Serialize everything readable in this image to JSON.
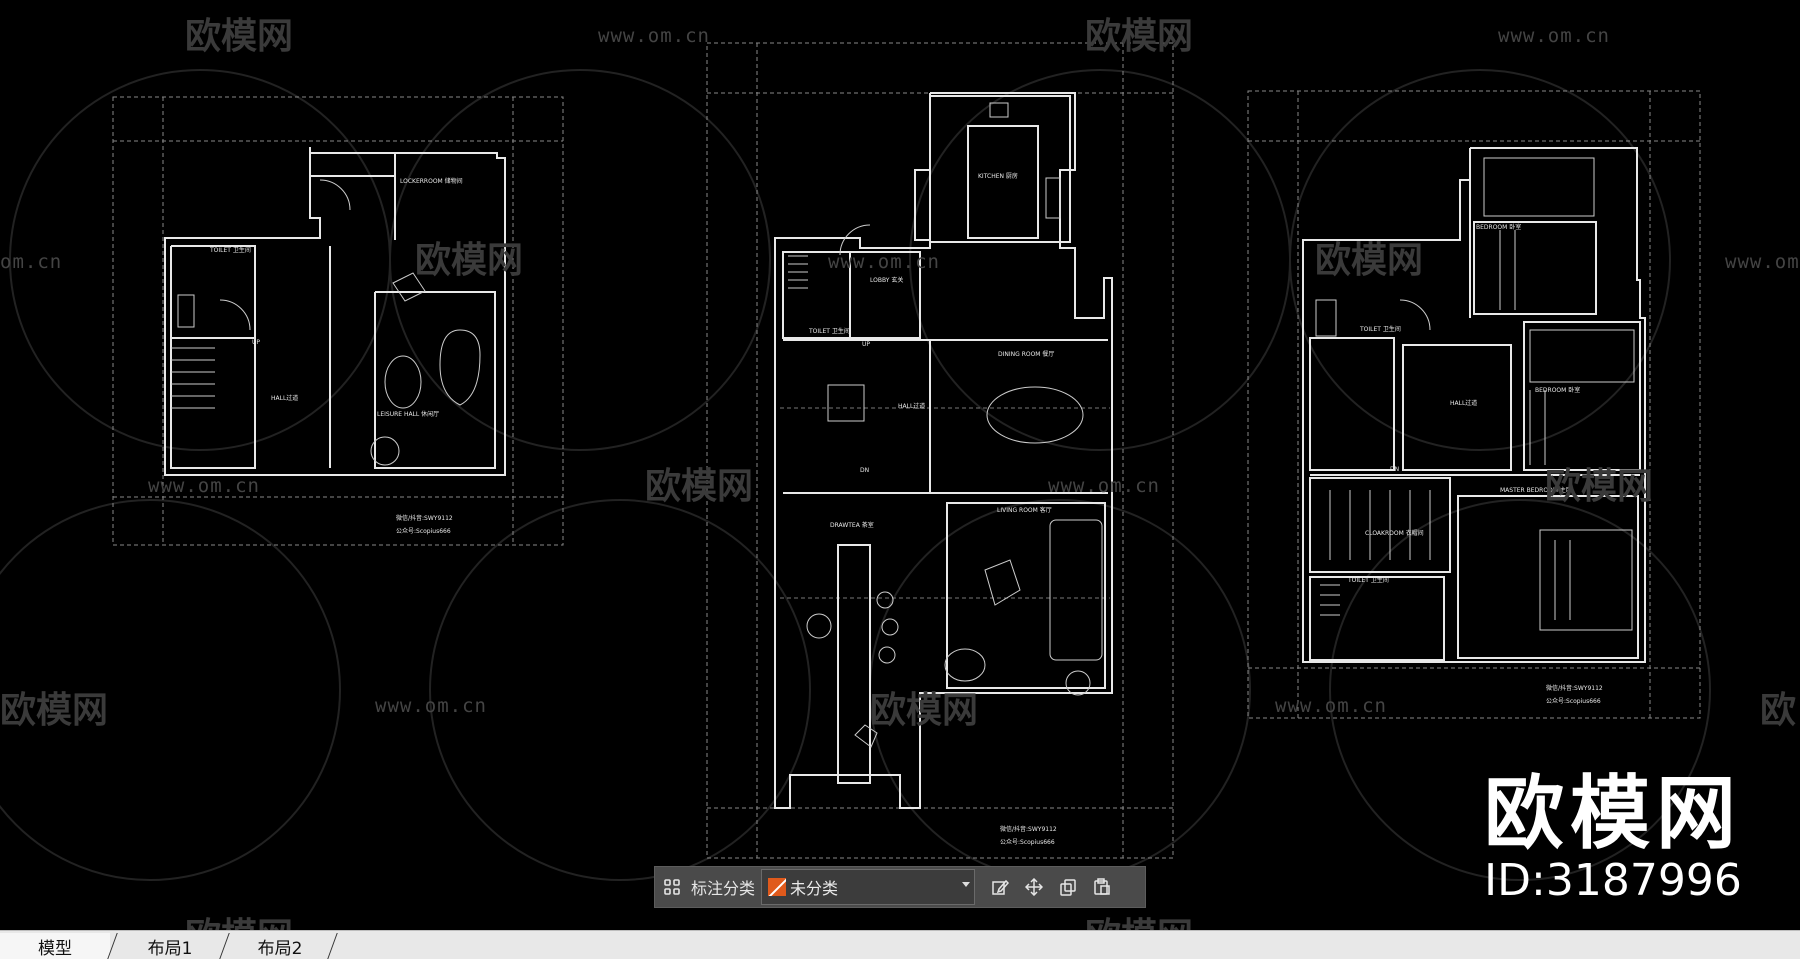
{
  "watermarks": {
    "brand_text": "欧模网",
    "url_text": "www.om.cn",
    "url_partial": "om.cn",
    "brand_partial_left": "欧模网",
    "brand_partial_right": "欧"
  },
  "brand": {
    "name": "欧模网",
    "id": "ID:3187996"
  },
  "plans": {
    "left": {
      "rooms": [
        "LOCKERROOM 储物间",
        "TOILET 卫生间",
        "HALL过道",
        "LEISURE HALL 休闲厅",
        "UP"
      ],
      "credit_line1": "微信/抖音:SWY9112",
      "credit_line2": "公众号:Scopius666"
    },
    "middle": {
      "rooms": [
        "KITCHEN 厨房",
        "LOBBY 玄关",
        "TOILET 卫生间",
        "DINING ROOM 餐厅",
        "HALL过道",
        "DRAWTEA 茶室",
        "LIVING ROOM 客厅",
        "UP",
        "DN"
      ],
      "credit_line1": "微信/抖音:SWY9112",
      "credit_line2": "公众号:Scopius666"
    },
    "right": {
      "rooms": [
        "BEDROOM 卧室",
        "TOILET 卫生间",
        "HALL过道",
        "BEDROOM 卧室",
        "DN",
        "MASTER BEDROOM 主卧",
        "CLOAKROOM 衣帽间",
        "TOILET 卫生间"
      ],
      "credit_line1": "微信/抖音:SWY9112",
      "credit_line2": "公众号:Scopius666"
    }
  },
  "toolbar": {
    "label": "标注分类",
    "selected_category": "未分类",
    "swatch_color": "#e05a1c",
    "icons": [
      "grid-icon",
      "edit-icon",
      "move-icon",
      "copy-icon",
      "paste-icon"
    ]
  },
  "tabs": [
    {
      "label": "模型",
      "active": true
    },
    {
      "label": "布局1",
      "active": false
    },
    {
      "label": "布局2",
      "active": false
    }
  ]
}
